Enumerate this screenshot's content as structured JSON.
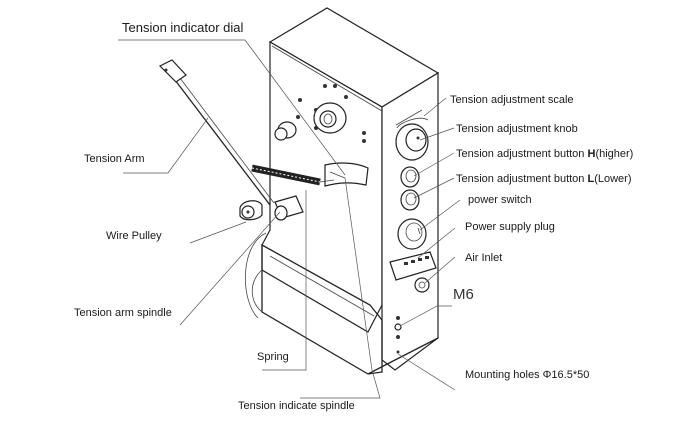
{
  "diagram": {
    "type": "labeled-device-illustration",
    "labels": {
      "tension_indicator_dial": "Tension indicator dial",
      "tension_adjustment_scale": "Tension adjustment scale",
      "tension_adjustment_knob": "Tension adjustment knob",
      "button_h_prefix": "Tension adjustment button ",
      "button_h_key": "H",
      "button_h_suffix": "(higher)",
      "button_l_prefix": "Tension adjustment button ",
      "button_l_key": "L",
      "button_l_suffix": "(Lower)",
      "power_switch": "power switch",
      "power_supply_plug": "Power supply plug",
      "air_inlet": "Air Inlet",
      "m6": "M6",
      "mounting_holes": "Mounting holes Φ16.5*50",
      "tension_arm": "Tension Arm",
      "wire_pulley": "Wire Pulley",
      "tension_arm_spindle": "Tension arm spindle",
      "spring": "Spring",
      "tension_indicate_spindle": "Tension indicate spindle"
    },
    "colors": {
      "line": "#222222",
      "text": "#1a1a1a",
      "background": "#ffffff"
    }
  }
}
